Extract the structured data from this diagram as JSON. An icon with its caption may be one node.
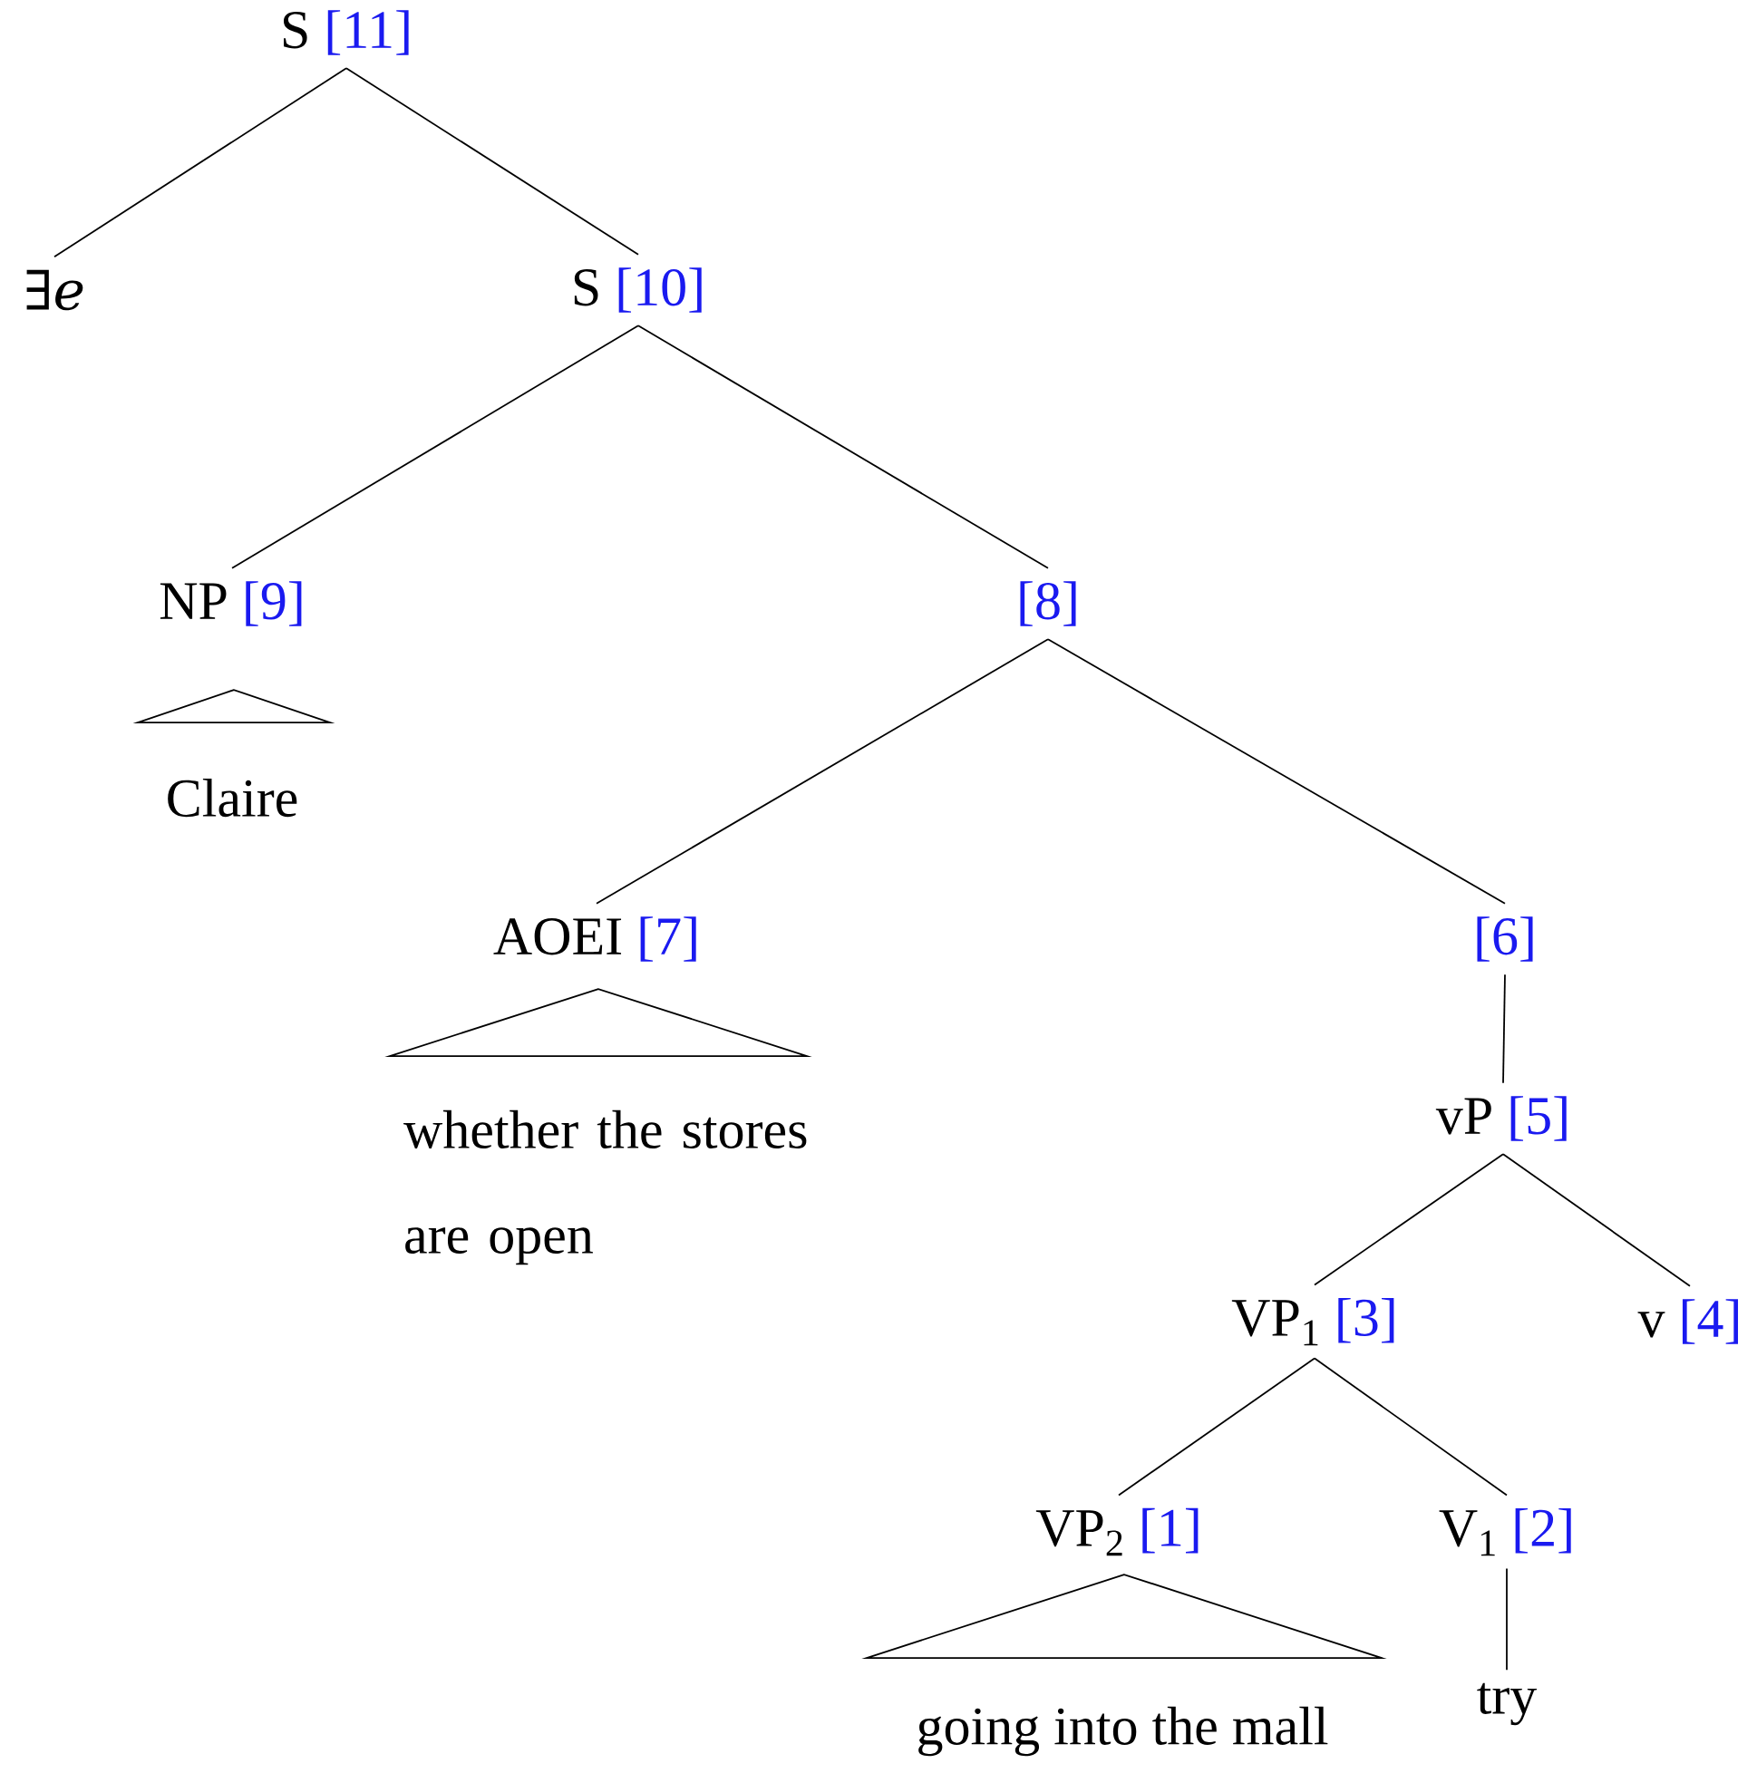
{
  "diagram": {
    "nodes": [
      {
        "text": [
          "S",
          "[11]"
        ]
      },
      {
        "text": [
          "∃*e*"
        ]
      },
      {
        "text": [
          "S",
          "[10]"
        ]
      },
      {
        "text": [
          "NP",
          "[9]"
        ]
      },
      {
        "text": [
          "[8]"
        ]
      },
      {
        "text": [],
        "shape": "triangle"
      },
      {
        "text": [
          "Claire"
        ]
      },
      {
        "text": [
          "AOEI",
          "[7]"
        ]
      },
      {
        "text": [
          "[6]"
        ]
      },
      {
        "text": [],
        "shape": "triangle"
      },
      {
        "text": [
          "whether the stores are open"
        ]
      },
      {
        "text": [
          "vP",
          "[5]"
        ]
      },
      {
        "text": [
          "VP$_{1}$",
          "[3]"
        ]
      },
      {
        "text": [
          "v",
          "[4]"
        ]
      },
      {
        "text": [
          "VP$_{2}$",
          "[1]"
        ]
      },
      {
        "text": [
          "V$_{1}$",
          "[2]"
        ]
      },
      {
        "text": [],
        "shape": "triangle"
      },
      {
        "text": [
          "going into the mall"
        ]
      },
      {
        "text": [
          "try"
        ]
      }
    ],
    "edges": [
      {
        "from": 0,
        "to": 1,
        "arrow": "none"
      },
      {
        "from": 0,
        "to": 2,
        "arrow": "none"
      },
      {
        "from": 2,
        "to": 3,
        "arrow": "none"
      },
      {
        "from": 2,
        "to": 4,
        "arrow": "none"
      },
      {
        "from": 4,
        "to": 7,
        "arrow": "none"
      },
      {
        "from": 4,
        "to": 8,
        "arrow": "none"
      },
      {
        "from": 8,
        "to": 11,
        "arrow": "none"
      },
      {
        "from": 11,
        "to": 12,
        "arrow": "none"
      },
      {
        "from": 11,
        "to": 13,
        "arrow": "none"
      },
      {
        "from": 12,
        "to": 14,
        "arrow": "none"
      },
      {
        "from": 12,
        "to": 15,
        "arrow": "none"
      },
      {
        "from": 15,
        "to": 18,
        "arrow": "none"
      }
    ]
  }
}
